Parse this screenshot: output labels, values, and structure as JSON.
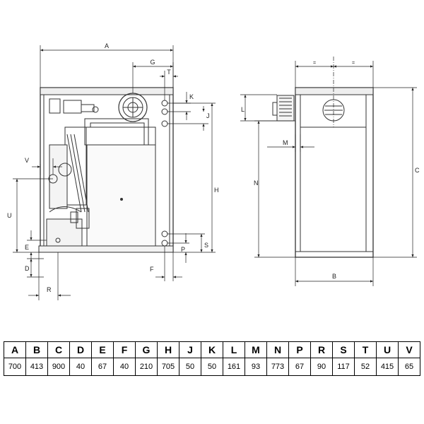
{
  "drawing": {
    "front_view": {
      "labels": [
        "A",
        "G",
        "T",
        "K",
        "J",
        "H",
        "V",
        "U",
        "E",
        "D",
        "R",
        "F",
        "P",
        "S"
      ]
    },
    "side_view": {
      "labels": [
        "=",
        "=",
        "L",
        "M",
        "N",
        "C",
        "B"
      ]
    }
  },
  "dimension_table": {
    "headers": [
      "A",
      "B",
      "C",
      "D",
      "E",
      "F",
      "G",
      "H",
      "J",
      "K",
      "L",
      "M",
      "N",
      "P",
      "R",
      "S",
      "T",
      "U",
      "V"
    ],
    "values": [
      "700",
      "413",
      "900",
      "40",
      "67",
      "40",
      "210",
      "705",
      "50",
      "50",
      "161",
      "93",
      "773",
      "67",
      "90",
      "117",
      "52",
      "415",
      "65"
    ]
  }
}
